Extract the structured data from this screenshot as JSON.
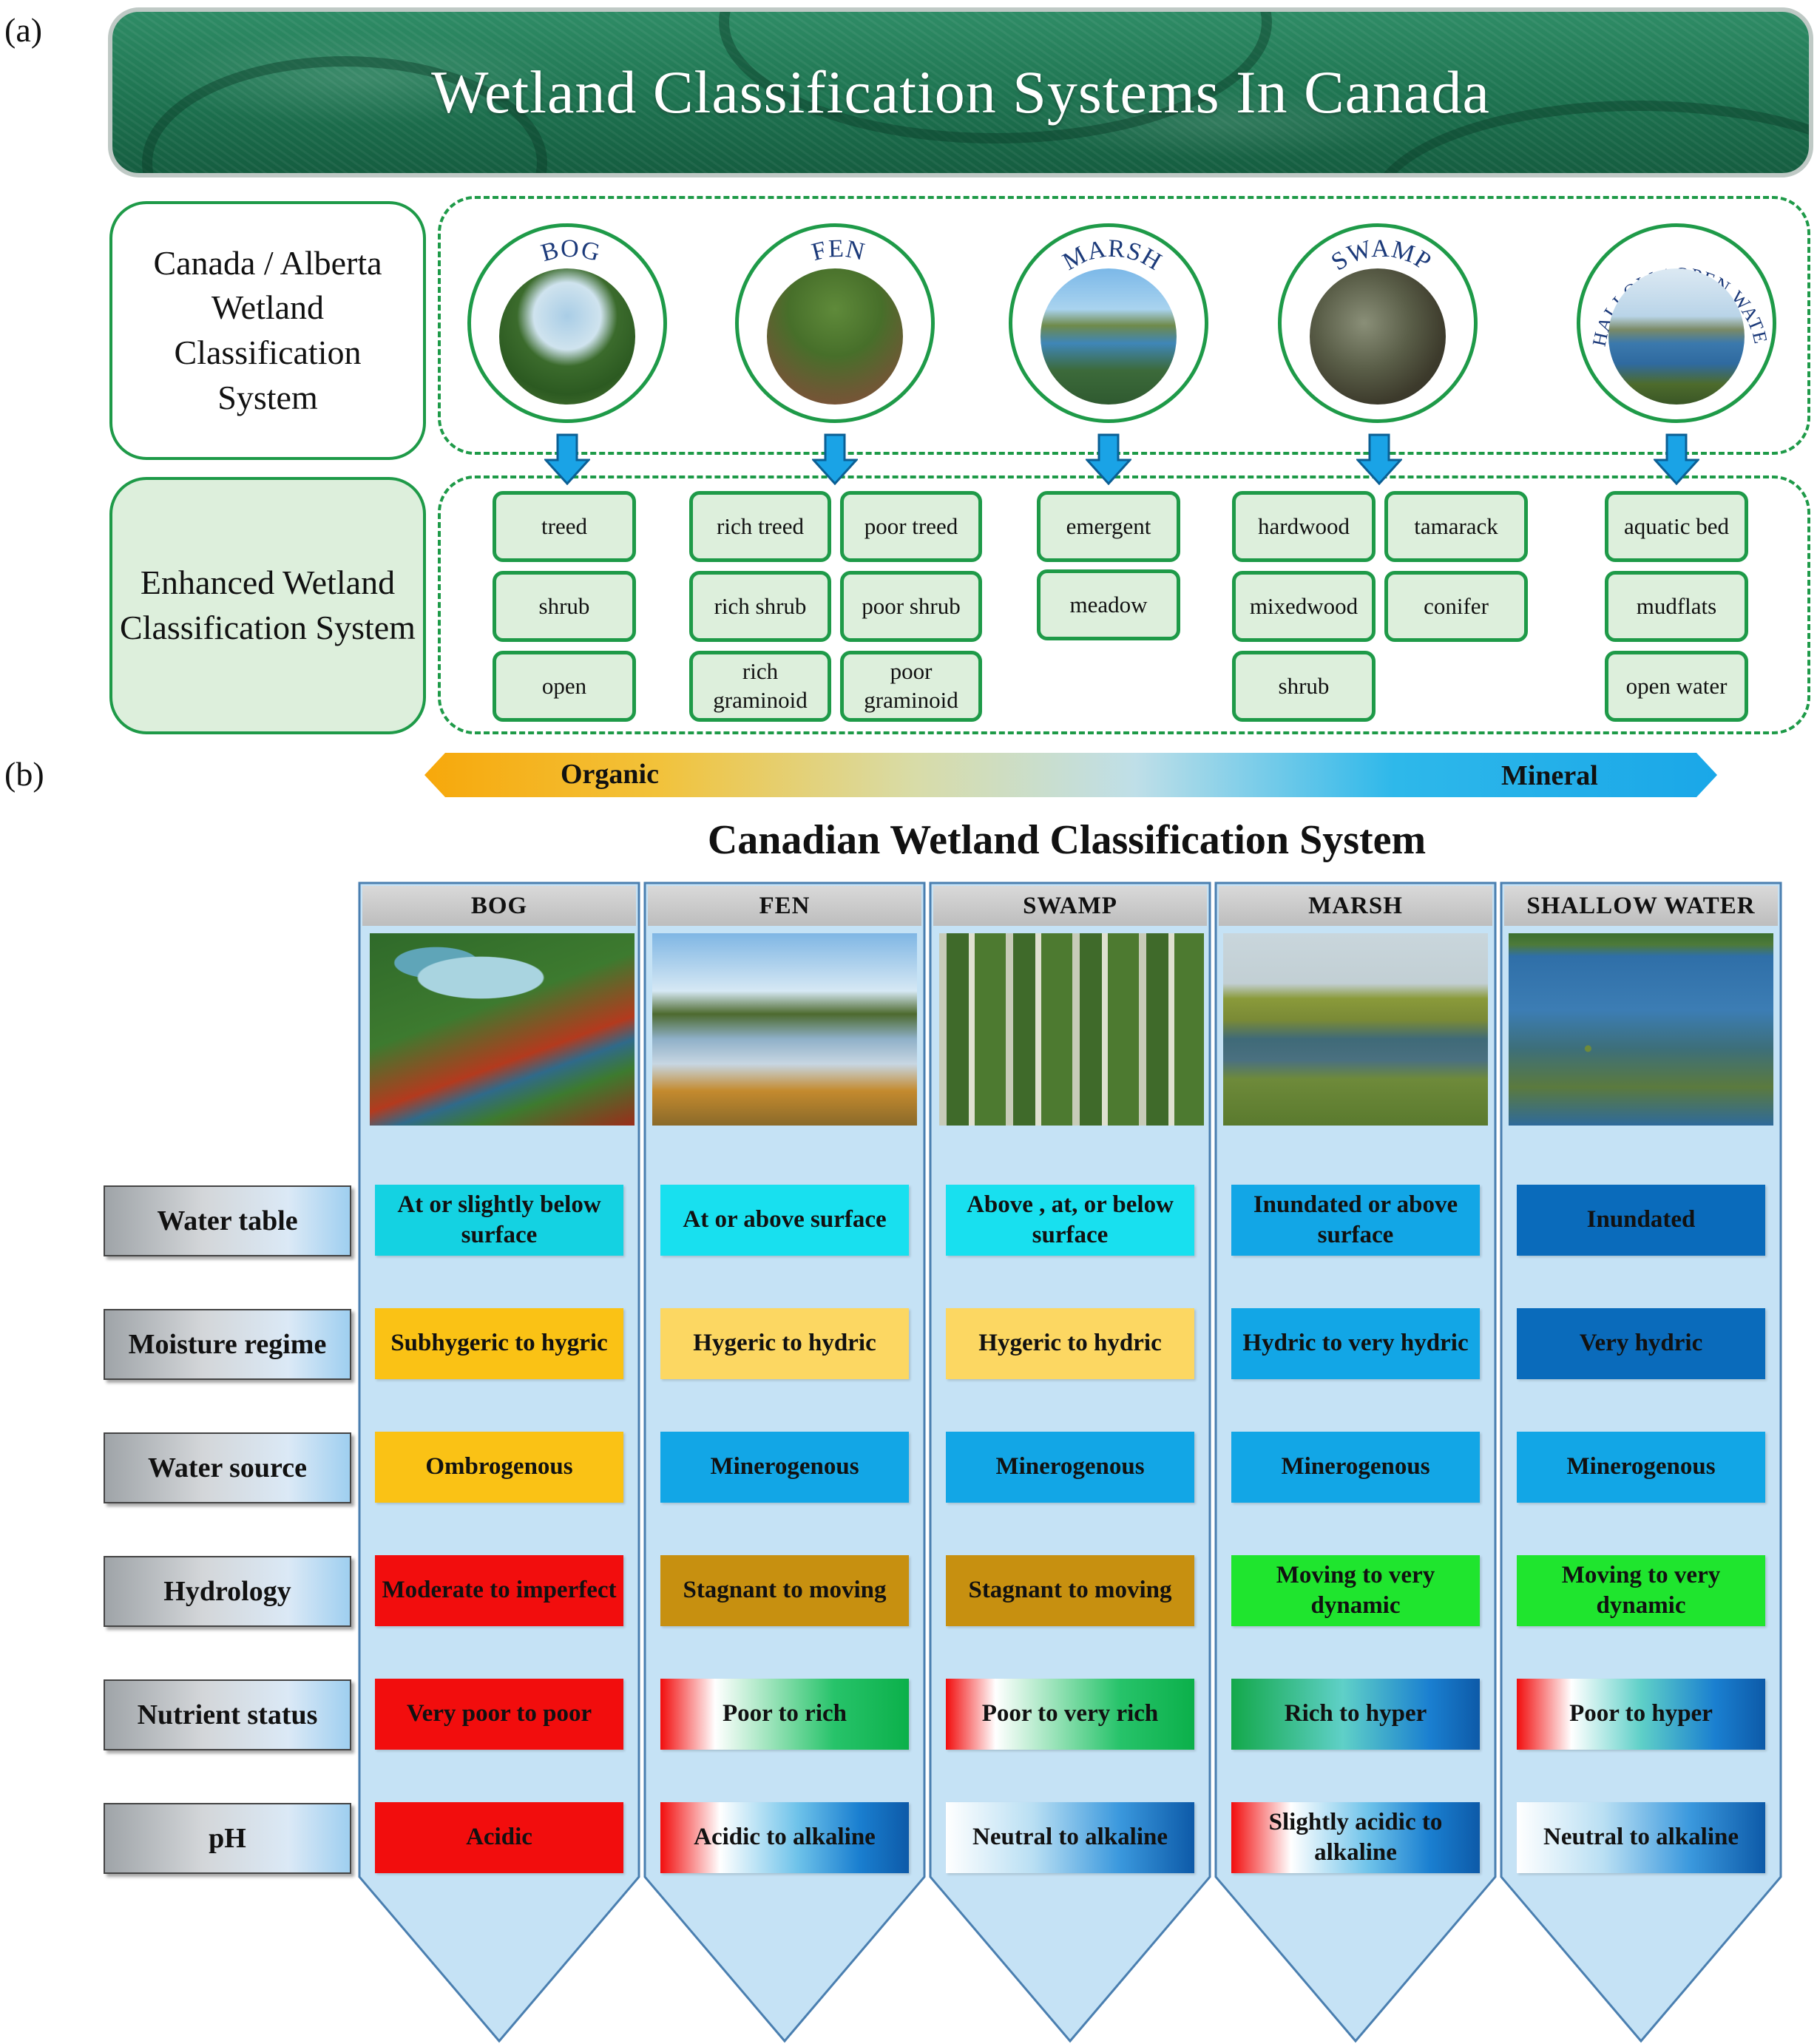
{
  "panel_a": {
    "tag": "(a)",
    "banner_title": "Wetland Classification Systems In Canada",
    "system1": "Canada / Alberta Wetland Classification System",
    "system2": "Enhanced Wetland Classification System",
    "classes": [
      {
        "label": "BOG",
        "subclasses": [
          "treed",
          "shrub",
          "open"
        ]
      },
      {
        "label": "FEN",
        "subclasses": [
          "rich treed",
          "poor treed",
          "rich shrub",
          "poor shrub",
          "rich graminoid",
          "poor graminoid"
        ]
      },
      {
        "label": "MARSH",
        "subclasses": [
          "emergent",
          "meadow"
        ]
      },
      {
        "label": "SWAMP",
        "subclasses": [
          "hardwood",
          "tamarack",
          "mixedwood",
          "conifer",
          "shrub"
        ]
      },
      {
        "label": "SHALLOW / OPEN WATER",
        "subclasses": [
          "aquatic bed",
          "mudflats",
          "open water"
        ]
      }
    ],
    "gradient": {
      "left": "Organic",
      "right": "Mineral"
    }
  },
  "panel_b": {
    "tag": "(b)",
    "title": "Canadian Wetland Classification System",
    "columns": [
      "BOG",
      "FEN",
      "SWAMP",
      "MARSH",
      "SHALLOW WATER"
    ],
    "rows": [
      {
        "label": "Water table",
        "cells": [
          "At or slightly below surface",
          "At or above surface",
          "Above , at, or below surface",
          "Inundated or above surface",
          "Inundated"
        ]
      },
      {
        "label": "Moisture regime",
        "cells": [
          "Subhygeric to hygric",
          "Hygeric to hydric",
          "Hygeric to hydric",
          "Hydric to very hydric",
          "Very hydric"
        ]
      },
      {
        "label": "Water source",
        "cells": [
          "Ombrogenous",
          "Minerogenous",
          "Minerogenous",
          "Minerogenous",
          "Minerogenous"
        ]
      },
      {
        "label": "Hydrology",
        "cells": [
          "Moderate to imperfect",
          "Stagnant to moving",
          "Stagnant to moving",
          "Moving to very dynamic",
          "Moving to very dynamic"
        ]
      },
      {
        "label": "Nutrient status",
        "cells": [
          "Very poor to poor",
          "Poor to rich",
          "Poor to very rich",
          "Rich to hyper",
          "Poor to hyper"
        ]
      },
      {
        "label": "pH",
        "cells": [
          "Acidic",
          "Acidic to alkaline",
          "Neutral to alkaline",
          "Slightly acidic to alkaline",
          "Neutral to alkaline"
        ]
      }
    ]
  },
  "colors": {
    "green_border": "#1e9a48",
    "light_green": "#ddefdc",
    "column_blue": "#c5e2f5",
    "organic": "#f7a80b",
    "mineral": "#1aa7e8"
  }
}
